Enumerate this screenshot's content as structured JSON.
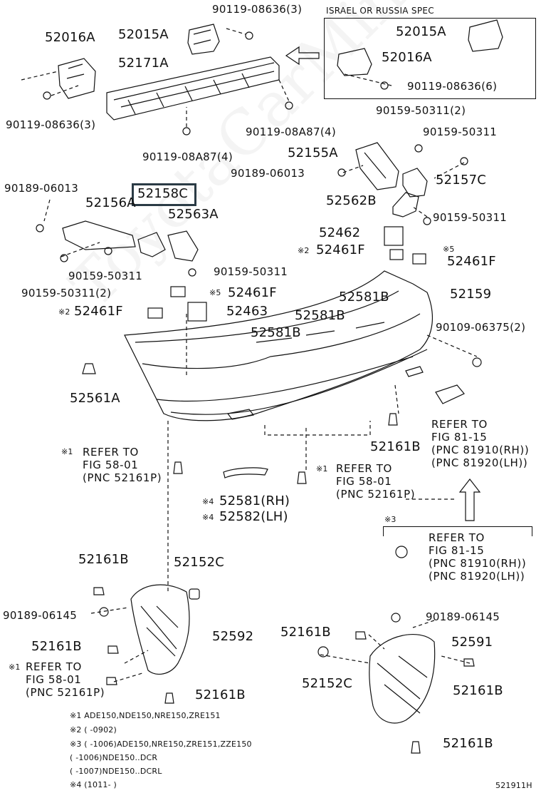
{
  "header": {
    "israel_spec": "ISRAEL OR RUSSIA SPEC"
  },
  "highlight": "52158C",
  "watermark": "ToyotaCarMine.ru",
  "parts": {
    "p_90119_08636_3_top": "90119-08636(3)",
    "p_52016A_left": "52016A",
    "p_52015A_left": "52015A",
    "p_52171A": "52171A",
    "p_90119_08636_3_left": "90119-08636(3)",
    "p_90119_08A87_4_right": "90119-08A87(4)",
    "p_90119_08A87_4_bottom": "90119-08A87(4)",
    "p_52015A_box": "52015A",
    "p_52016A_box": "52016A",
    "p_90119_08636_6": "90119-08636(6)",
    "p_90159_50311_2_top": "90159-50311(2)",
    "p_90159_50311_right1": "90159-50311",
    "p_52155A": "52155A",
    "p_90189_06013_mid": "90189-06013",
    "p_52157C": "52157C",
    "p_90189_06013_left": "90189-06013",
    "p_52158C": "52158C",
    "p_52156A": "52156A",
    "p_52563A": "52563A",
    "p_52562B": "52562B",
    "p_90159_50311_right2": "90159-50311",
    "p_52462": "52462",
    "p_52461F_1": "52461F",
    "p_52461F_2": "52461F",
    "p_90159_50311_a": "90159-50311",
    "p_90159_50311_b": "90159-50311",
    "p_90159_50311_2_c": "90159-50311(2)",
    "p_52461F_3": "52461F",
    "p_52581B_1": "52581B",
    "p_52159": "52159",
    "p_52461F_4": "52461F",
    "p_52463": "52463",
    "p_52581B_2": "52581B",
    "p_90109_06375_2": "90109-06375(2)",
    "p_52581B_3": "52581B",
    "p_52561A": "52561A",
    "p_52161B_mid": "52161B",
    "p_52581_RH": "52581(RH)",
    "p_52582_LH": "52582(LH)",
    "p_52161B_l1": "52161B",
    "p_52152C_l": "52152C",
    "p_90189_06145_l": "90189-06145",
    "p_52592": "52592",
    "p_52161B_l2": "52161B",
    "p_52161B_l3": "52161B",
    "p_90189_06145_r": "90189-06145",
    "p_52161B_r1": "52161B",
    "p_52591": "52591",
    "p_52152C_r": "52152C",
    "p_52161B_r2": "52161B",
    "p_52161B_r3": "52161B",
    "p_code": "521911H"
  },
  "marks": {
    "m1a": "※2",
    "m5a": "※5",
    "m5b": "※5",
    "m2b": "※2",
    "m1ref1": "※1",
    "m1ref2": "※1",
    "m4a": "※4",
    "m4b": "※4",
    "m3": "※3",
    "m1ref3": "※1"
  },
  "refs": {
    "ref_fig58_left": [
      "REFER TO",
      "FIG 58-01",
      "(PNC 52161P)"
    ],
    "ref_fig58_mid": [
      "REFER TO",
      "FIG 58-01",
      "(PNC 52161P)"
    ],
    "ref_fig58_bottom": [
      "REFER TO",
      "FIG 58-01",
      "(PNC 52161P)"
    ],
    "ref_fig81_a": [
      "REFER TO",
      "FIG 81-15",
      "(PNC 81910(RH))",
      "(PNC 81920(LH))"
    ],
    "ref_fig81_b": [
      "REFER TO",
      "FIG 81-15",
      "(PNC 81910(RH))",
      "(PNC 81920(LH))"
    ]
  },
  "notes": [
    "※1 ADE150,NDE150,NRE150,ZRE151",
    "※2 (      -0902)",
    "※3 (      -1006)ADE150,NRE150,ZRE151,ZZE150",
    "     (      -1006)NDE150..DCR",
    "     (      -1007)NDE150..DCRL",
    "※4 (1011-      )"
  ],
  "icons": [
    "arrow-left-icon",
    "arrow-up-icon"
  ]
}
